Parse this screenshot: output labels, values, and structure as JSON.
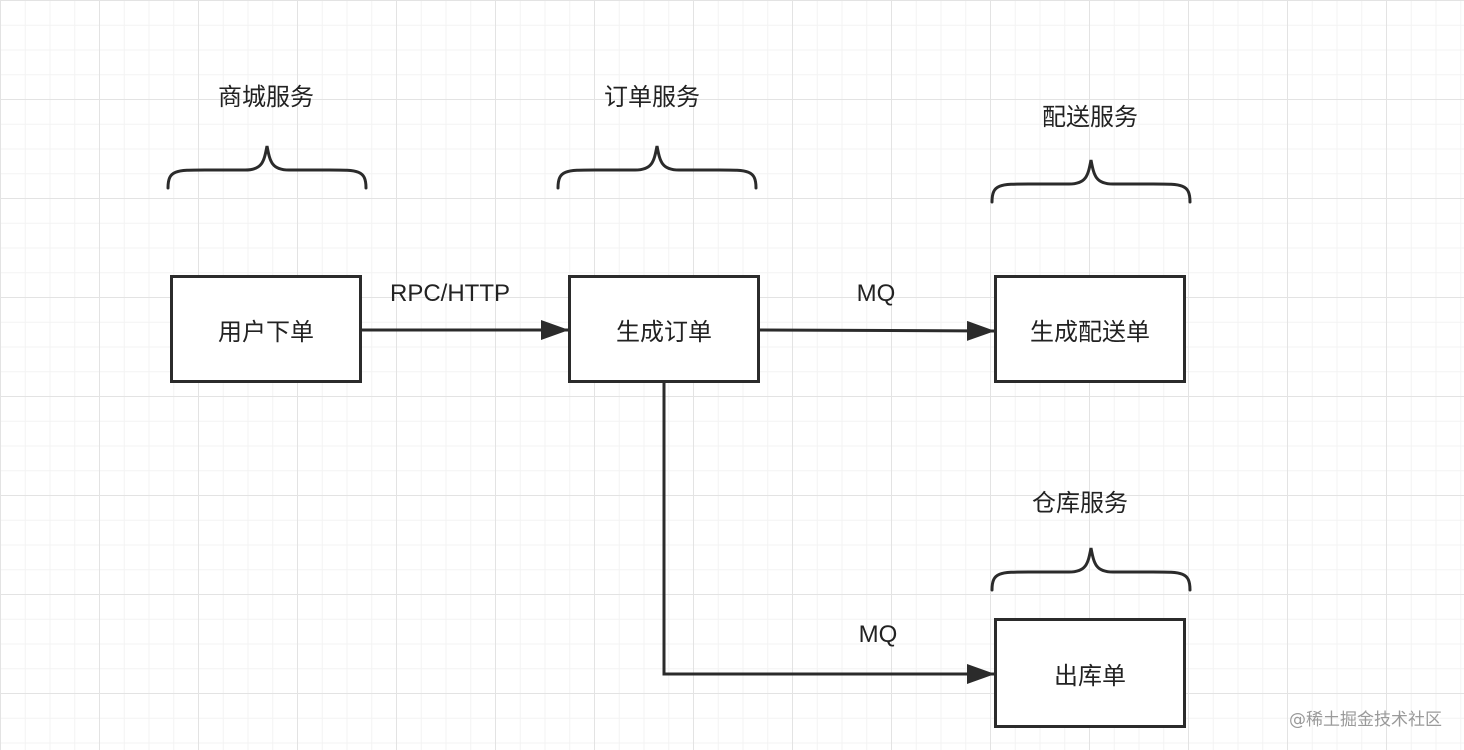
{
  "services": {
    "mall": "商城服务",
    "order": "订单服务",
    "delivery": "配送服务",
    "warehouse": "仓库服务"
  },
  "nodes": {
    "user_order": "用户下单",
    "create_order": "生成订单",
    "create_delivery": "生成配送单",
    "outbound": "出库单"
  },
  "edges": {
    "rpc": "RPC/HTTP",
    "mq_delivery": "MQ",
    "mq_warehouse": "MQ"
  },
  "watermark": "@稀土掘金技术社区",
  "colors": {
    "stroke": "#2b2b2b",
    "grid": "#e3e3e3"
  }
}
